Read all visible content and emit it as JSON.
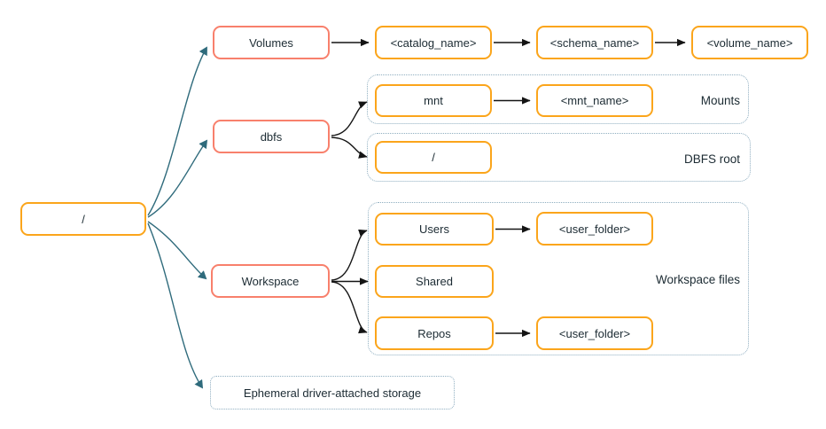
{
  "diagram": {
    "title": "Root filesystem hierarchy diagram",
    "nodes": {
      "root": {
        "label": "/"
      },
      "volumes": {
        "label": "Volumes"
      },
      "catalog_name": {
        "label": "<catalog_name>"
      },
      "schema_name": {
        "label": "<schema_name>"
      },
      "volume_name": {
        "label": "<volume_name>"
      },
      "dbfs": {
        "label": "dbfs"
      },
      "mnt": {
        "label": "mnt"
      },
      "mnt_name": {
        "label": "<mnt_name>"
      },
      "dbfs_root_slash": {
        "label": "/"
      },
      "workspace": {
        "label": "Workspace"
      },
      "users": {
        "label": "Users"
      },
      "users_user_folder": {
        "label": "<user_folder>"
      },
      "shared": {
        "label": "Shared"
      },
      "repos": {
        "label": "Repos"
      },
      "repos_user_folder": {
        "label": "<user_folder>"
      },
      "ephemeral": {
        "label": "Ephemeral driver-attached storage"
      }
    },
    "groups": {
      "mounts": {
        "label": "Mounts"
      },
      "dbfs_root": {
        "label": "DBFS root"
      },
      "workspace_files": {
        "label": "Workspace files"
      }
    },
    "edges": [
      {
        "from": "root",
        "to": "volumes",
        "style": "teal-curve"
      },
      {
        "from": "root",
        "to": "dbfs",
        "style": "teal-curve"
      },
      {
        "from": "root",
        "to": "workspace",
        "style": "teal-curve"
      },
      {
        "from": "root",
        "to": "ephemeral",
        "style": "teal-curve"
      },
      {
        "from": "volumes",
        "to": "catalog_name",
        "style": "black-straight"
      },
      {
        "from": "catalog_name",
        "to": "schema_name",
        "style": "black-straight"
      },
      {
        "from": "schema_name",
        "to": "volume_name",
        "style": "black-straight"
      },
      {
        "from": "dbfs",
        "to": "mnt",
        "style": "black-curve"
      },
      {
        "from": "dbfs",
        "to": "dbfs_root_slash",
        "style": "black-curve"
      },
      {
        "from": "mnt",
        "to": "mnt_name",
        "style": "black-straight"
      },
      {
        "from": "workspace",
        "to": "users",
        "style": "black-curve"
      },
      {
        "from": "workspace",
        "to": "shared",
        "style": "black-straight"
      },
      {
        "from": "workspace",
        "to": "repos",
        "style": "black-curve"
      },
      {
        "from": "users",
        "to": "users_user_folder",
        "style": "black-straight"
      },
      {
        "from": "repos",
        "to": "repos_user_folder",
        "style": "black-straight"
      }
    ],
    "colors": {
      "node_border_orange": "#fba51b",
      "node_border_salmon": "#f8806c",
      "group_border_dotted": "#8faec0",
      "arrow_teal": "#2f6b7c",
      "arrow_black": "#141414",
      "text": "#1c2b33",
      "background": "#ffffff"
    }
  }
}
